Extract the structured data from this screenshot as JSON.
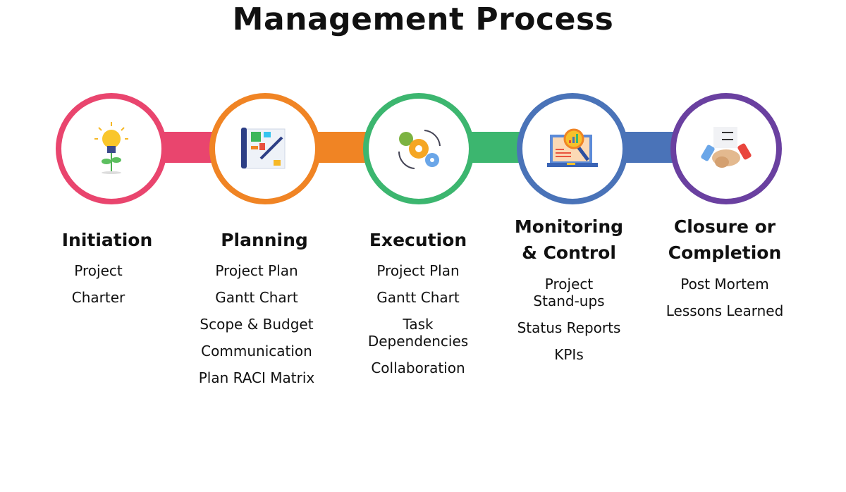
{
  "title": "Management Process",
  "colors": {
    "initiation": "#e9456e",
    "planning": "#f08424",
    "execution": "#3cb66f",
    "monitoring": "#4a73b8",
    "closure": "#6a40a0"
  },
  "stages": [
    {
      "icon": "lightbulb-plant-icon",
      "title_lines": [
        "Initiation"
      ],
      "items": [
        "Project",
        "Charter"
      ]
    },
    {
      "icon": "blueprint-pen-icon",
      "title_lines": [
        "Planning"
      ],
      "items": [
        "Project Plan",
        "Gantt Chart",
        "Scope & Budget",
        "Communication",
        "Plan RACI Matrix"
      ]
    },
    {
      "icon": "gears-cycle-icon",
      "title_lines": [
        "Execution"
      ],
      "items": [
        "Project Plan",
        "Gantt Chart",
        "Task Dependencies",
        "Collaboration"
      ]
    },
    {
      "icon": "laptop-magnifier-chart-icon",
      "title_lines": [
        "Monitoring",
        "& Control"
      ],
      "items": [
        "Project Stand-ups",
        "Status Reports",
        "KPIs"
      ]
    },
    {
      "icon": "handshake-checklist-icon",
      "title_lines": [
        "Closure or",
        "Completion"
      ],
      "items": [
        "Post Mortem",
        "Lessons Learned"
      ]
    }
  ]
}
